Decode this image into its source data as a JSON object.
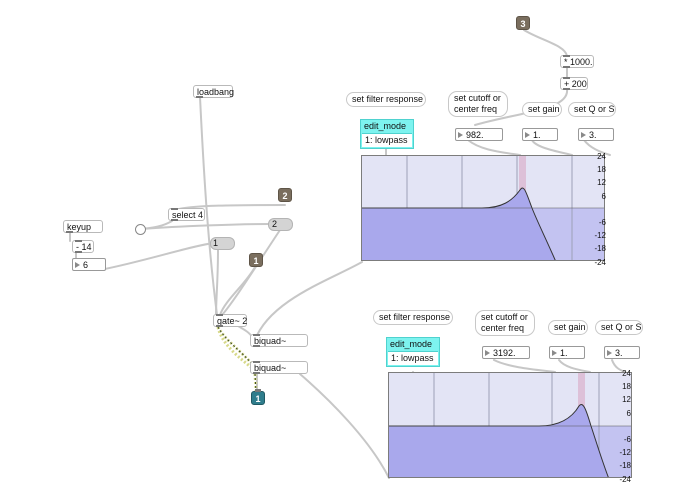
{
  "objects": {
    "loadbang": "loadbang",
    "keyup": "keyup",
    "minus14": "- 14",
    "select4": "select 4",
    "gate": "gate~ 2",
    "biquad1": "biquad~",
    "biquad2": "biquad~",
    "mult1000": "* 1000.",
    "plus200": "+ 200"
  },
  "number_boxes": {
    "key_number": "6",
    "cutoff_top": "982.",
    "gain_top": "1.",
    "q_top": "3.",
    "cutoff_bottom": "3192.",
    "gain_bottom": "1.",
    "q_bottom": "3."
  },
  "message_boxes": {
    "msg_1": "1",
    "msg_2": "2"
  },
  "badges": {
    "badge_3": "3",
    "badge_2": "2",
    "badge_1_top": "1",
    "badge_1_bottom": "1"
  },
  "comments": {
    "set_filter_response": "set filter response",
    "set_cutoff": "set cutoff or\ncenter freq",
    "set_gain": "set gain",
    "set_q": "set Q or S"
  },
  "filtergraph_top": {
    "mode_label": "edit_mode",
    "mode_value": "1: lowpass",
    "y_ticks": [
      "24",
      "18",
      "12",
      "6",
      "",
      "-6",
      "-12",
      "-18",
      "-24"
    ]
  },
  "filtergraph_bottom": {
    "mode_label": "edit_mode",
    "mode_value": "1: lowpass",
    "y_ticks": [
      "24",
      "18",
      "12",
      "6",
      "",
      "-6",
      "-12",
      "-18",
      "-24"
    ]
  },
  "colors": {
    "graph_bg": "#e3e4f5",
    "graph_fill": "#a9a8ec",
    "edit_mode_bg": "#7df3ef",
    "badge_brown": "#7a6e5e",
    "badge_teal": "#2f7d8c",
    "signal_wire": "#c9c96a"
  }
}
